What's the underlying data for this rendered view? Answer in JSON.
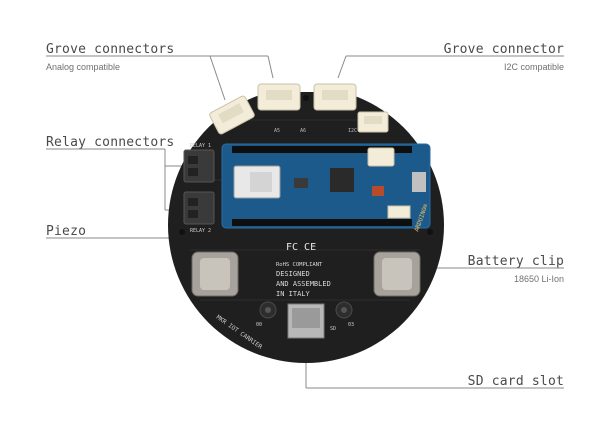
{
  "callouts": {
    "grove_left": {
      "title": "Grove connectors",
      "subtitle": "Analog compatible"
    },
    "grove_right": {
      "title": "Grove connector",
      "subtitle": "I2C compatible"
    },
    "relay": {
      "title": "Relay connectors"
    },
    "piezo": {
      "title": "Piezo"
    },
    "battery": {
      "title": "Battery clip",
      "subtitle": "18650 Li-Ion"
    },
    "sd": {
      "title": "SD card slot"
    }
  },
  "board": {
    "silkscreen_lines": [
      "RoHS COMPLIANT",
      "DESIGNED",
      "AND ASSEMBLED",
      "IN ITALY"
    ],
    "fcc_ce": "FC CE",
    "carrier_label": "MKR IOT CARRIER",
    "arduino_label": "ARDUINO®",
    "relay_label_1": "RELAY 1",
    "relay_label_2": "RELAY 2",
    "pin_labels": [
      "A5",
      "A6",
      "I2C"
    ],
    "button_labels": [
      "00",
      "03"
    ],
    "sd_label": "SD"
  },
  "colors": {
    "board": "#1f1f1f",
    "mkr_module": "#1c5a8c",
    "connector": "#f2ecd8",
    "text": "#4a4a4a",
    "line": "#8a8a8a"
  }
}
